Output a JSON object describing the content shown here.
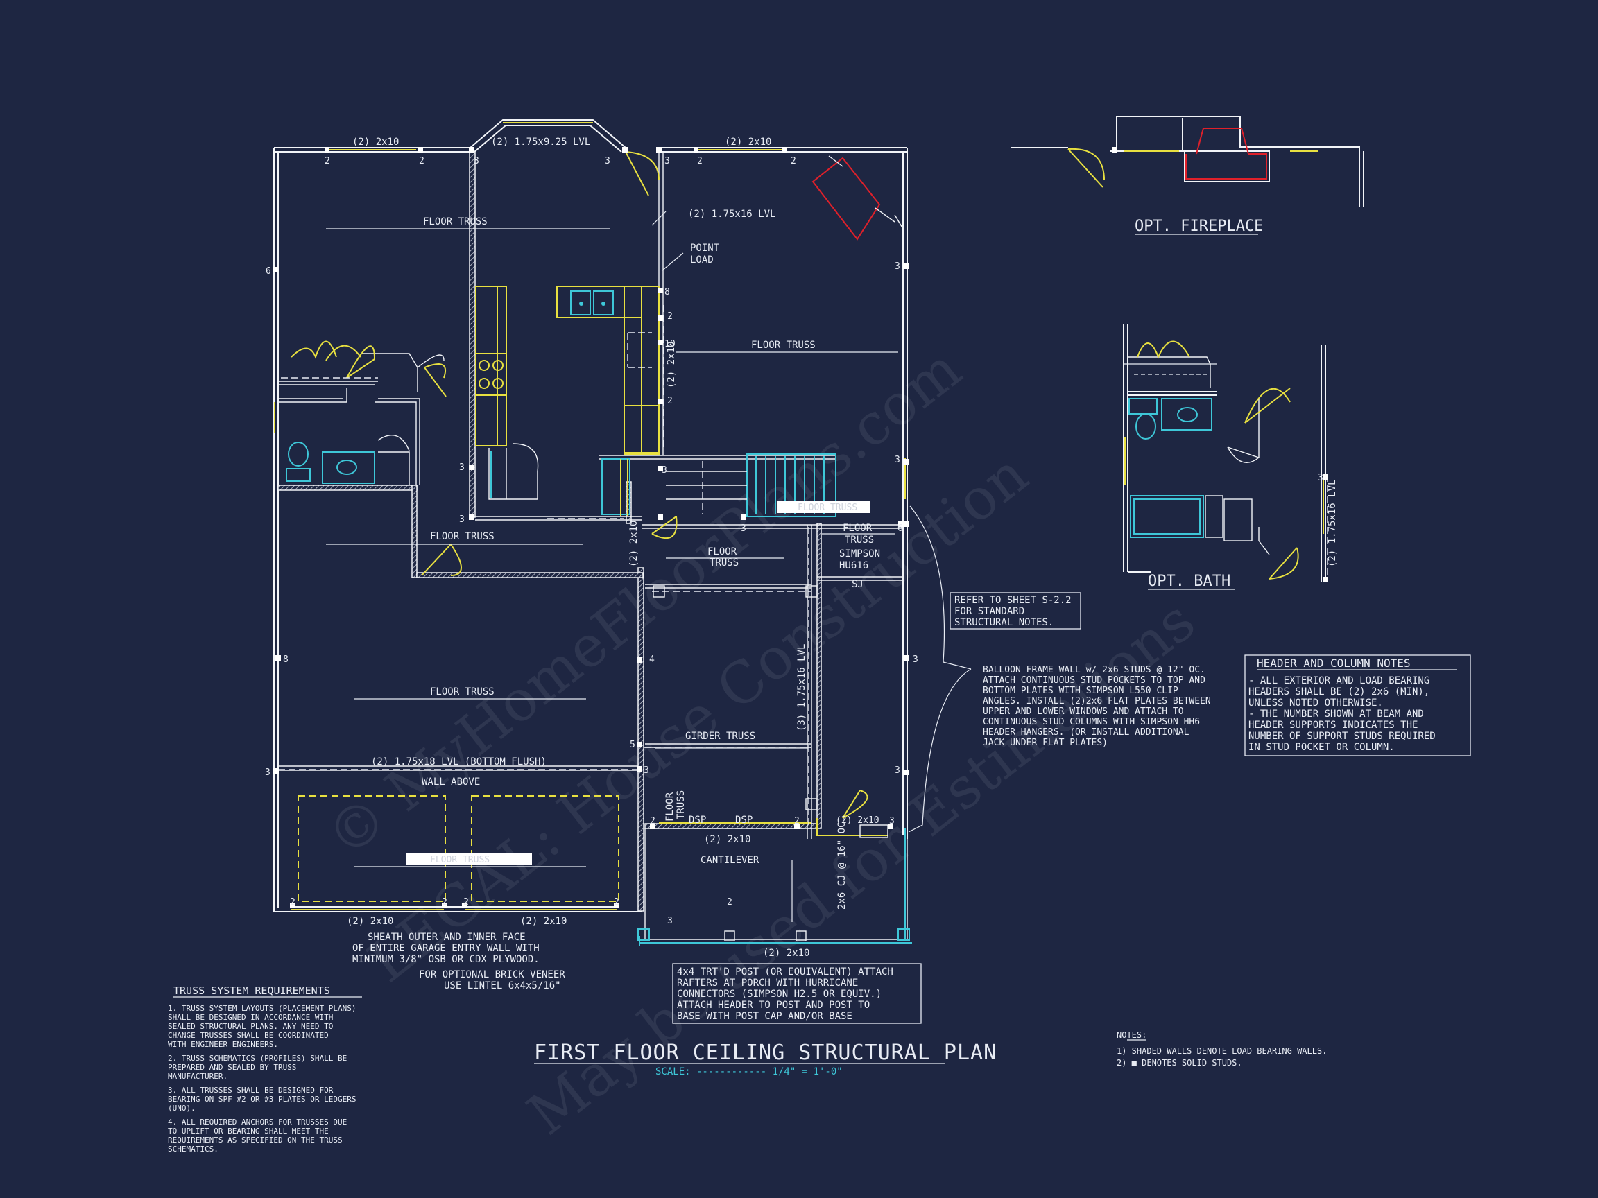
{
  "plan_title": "FIRST FLOOR CEILING STRUCTURAL PLAN",
  "scale": "SCALE: ------------ 1/4\" = 1'-0\"",
  "opt_fireplace": "OPT. FIREPLACE",
  "opt_bath": "OPT. BATH",
  "watermark": [
    "© MyHomeFloorPlans.com",
    "LEGAL: House Construction",
    "May be used for Estimations"
  ],
  "labels": {
    "top_left_beam": "(2) 2x10",
    "bay_beam": "(2) 1.75x9.25 LVL",
    "top_right_beam": "(2) 2x10",
    "lvl_vertical": "(2) 1.75x16 LVL",
    "point_load": [
      "POINT",
      "LOAD"
    ],
    "ft_top_left": "FLOOR TRUSS",
    "ft_right": "FLOOR TRUSS",
    "ft_mid_left": "FLOOR TRUSS",
    "ft_mid": [
      "FLOOR",
      "TRUSS"
    ],
    "ft_small": [
      "FLOOR",
      "TRUSS"
    ],
    "simpson": [
      "SIMPSON",
      "HU616"
    ],
    "sj": "SJ",
    "vert_2x10_a": "(2) 2x10",
    "vert_2x10_b": "(2) 2x10",
    "ft_big": "FLOOR TRUSS",
    "lvl_bottom": "(2) 1.75x18 LVL (BOTTOM FLUSH)",
    "wall_above": "WALL ABOVE",
    "girder": "GIRDER TRUSS",
    "lvl3": "(3) 1.75x16 LVL",
    "ft_vertical": [
      "FLOOR",
      "TRUSS"
    ],
    "dsp1": "DSP",
    "dsp2": "DSP",
    "beam_dsp": "(2) 2x10",
    "beam_small": "(2) 2x10",
    "cantilever": "CANTILEVER",
    "cj": "2x6 CJ @ 16\" OC.",
    "garage_beam_1": "(2) 2x10",
    "garage_beam_2": "(2) 2x10",
    "porch_beam": "(2) 2x10",
    "bath_lvl": "(2) 1.75x16 LVL",
    "garage_ft_box": "FLOOR TRUSS",
    "stair_box": "FLOOR TRUSS"
  },
  "numbers": [
    {
      "v": "2"
    },
    {
      "v": "2"
    },
    {
      "v": "3"
    },
    {
      "v": "3"
    },
    {
      "v": "3"
    },
    {
      "v": "2"
    },
    {
      "v": "2"
    },
    {
      "v": "6"
    },
    {
      "v": "3"
    },
    {
      "v": "8"
    },
    {
      "v": "2"
    },
    {
      "v": "10"
    },
    {
      "v": "2"
    },
    {
      "v": "3"
    },
    {
      "v": "3"
    },
    {
      "v": "3"
    },
    {
      "v": "3"
    },
    {
      "v": "3"
    },
    {
      "v": "6"
    },
    {
      "v": "8"
    },
    {
      "v": "4"
    },
    {
      "v": "3"
    },
    {
      "v": "5"
    },
    {
      "v": "3"
    },
    {
      "v": "3"
    },
    {
      "v": "3"
    },
    {
      "v": "2"
    },
    {
      "v": "2"
    },
    {
      "v": "2"
    },
    {
      "v": "3"
    },
    {
      "v": "2"
    },
    {
      "v": "2"
    },
    {
      "v": "2"
    },
    {
      "v": "2"
    },
    {
      "v": "3"
    },
    {
      "v": "3"
    }
  ],
  "notes_refer": [
    "REFER TO SHEET S-2.2",
    "FOR STANDARD",
    "STRUCTURAL NOTES."
  ],
  "balloon_note": [
    "BALLOON FRAME WALL w/ 2x6 STUDS @ 12\" OC.",
    "ATTACH CONTINUOUS STUD POCKETS TO TOP AND",
    "BOTTOM PLATES WITH SIMPSON L550 CLIP",
    "ANGLES. INSTALL (2)2x6 FLAT PLATES BETWEEN",
    "UPPER AND LOWER WINDOWS AND ATTACH TO",
    "CONTINUOUS STUD COLUMNS WITH SIMPSON HH6",
    "HEADER HANGERS. (OR INSTALL ADDITIONAL",
    "JACK UNDER FLAT PLATES)"
  ],
  "header_notes_title": "HEADER AND COLUMN NOTES",
  "header_notes": [
    "- ALL EXTERIOR AND LOAD BEARING",
    "HEADERS SHALL BE (2) 2x6 (MIN),",
    "UNLESS NOTED OTHERWISE.",
    "- THE NUMBER SHOWN AT BEAM AND",
    "HEADER SUPPORTS INDICATES THE",
    "NUMBER OF SUPPORT STUDS REQUIRED",
    "IN STUD POCKET OR COLUMN."
  ],
  "sheath_note": [
    "SHEATH OUTER AND INNER FACE",
    "OF ENTIRE GARAGE ENTRY WALL WITH",
    "MINIMUM 3/8\" OSB OR CDX PLYWOOD."
  ],
  "brick_note": [
    "FOR OPTIONAL BRICK VENEER",
    "USE LINTEL 6x4x5/16\""
  ],
  "porch_note": [
    "4x4 TRT'D POST (OR EQUIVALENT) ATTACH",
    "RAFTERS AT PORCH WITH HURRICANE",
    "CONNECTORS (SIMPSON H2.5 OR EQUIV.)",
    "ATTACH HEADER TO POST AND POST TO",
    "BASE WITH POST CAP AND/OR BASE"
  ],
  "truss_title": "TRUSS SYSTEM REQUIREMENTS",
  "truss_notes": [
    "1. TRUSS SYSTEM LAYOUTS (PLACEMENT PLANS)",
    "SHALL BE DESIGNED IN ACCORDANCE WITH",
    "SEALED STRUCTURAL PLANS. ANY NEED TO",
    "CHANGE TRUSSES SHALL BE COORDINATED",
    "WITH ENGINEER ENGINEERS.",
    "2. TRUSS SCHEMATICS (PROFILES) SHALL BE",
    "PREPARED AND SEALED BY TRUSS",
    "MANUFACTURER.",
    "3. ALL TRUSSES SHALL BE DESIGNED FOR",
    "BEARING ON SPF #2 OR #3 PLATES OR LEDGERS",
    "(UNO).",
    "4. ALL REQUIRED ANCHORS FOR TRUSSES DUE",
    "TO UPLIFT OR BEARING SHALL MEET THE",
    "REQUIREMENTS AS SPECIFIED ON THE TRUSS",
    "SCHEMATICS."
  ],
  "notes_title": "NOTES:",
  "notes": [
    "1) SHADED WALLS DENOTE LOAD BEARING WALLS.",
    "2) ■ DENOTES SOLID STUDS."
  ]
}
